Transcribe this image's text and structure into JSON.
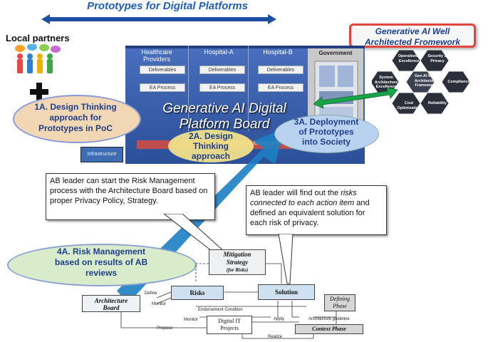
{
  "top": {
    "title": "Prototypes for Digital Platforms",
    "local_partners": "Local partners"
  },
  "framework": {
    "title_line1": "Generative AI Well",
    "title_line2": "Architected Fromework",
    "hexagons": [
      "Operational Excellence",
      "Security & Privacy",
      "Compliance",
      "Reliability",
      "Cost Optimization",
      "System Architecture Excellence"
    ],
    "center": "Gen AI Well Architected Framework"
  },
  "board": {
    "columns": [
      "Healthcare Providers",
      "Hospital-A",
      "Hospital-B",
      "Government"
    ],
    "rows": [
      "Deliverables",
      "EA Process"
    ],
    "title_line1": "Generative AI Digital",
    "title_line2": "Platform Board",
    "infrastructure": "Infrastructure",
    "lifecycle": "Architecture EA Lifecycle"
  },
  "ellipses": {
    "a1_line1": "1A. Design Thinking",
    "a1_line2": "approach for",
    "a1_line3": "Prototypes in PoC",
    "a2_line1": "2A. Design",
    "a2_line2": "Thinking",
    "a2_line3": "approach",
    "a3_line1": "3A. Deployment",
    "a3_line2": "of Prototypes",
    "a3_line3": "into Society",
    "a4_line1": "4A. Risk Management",
    "a4_line2": "based on results of AB",
    "a4_line3": "reviews"
  },
  "callouts": {
    "left": "AB leader can start the Risk Management process with the Architecture Board based on proper Privacy Policy, Strategy.",
    "right_pre": "AB leader will find out the ",
    "right_em1": "risks connected to each action item",
    "right_mid": " and defined an equivalent solution for each risk of privacy."
  },
  "process": {
    "mitigation_line1": "Mitigation",
    "mitigation_line2": "Strategy",
    "mitigation_line3": "(for Risks)",
    "risks": "Risks",
    "solution": "Solution",
    "architecture_board_line1": "Architecture",
    "architecture_board_line2": "Board",
    "defining_phase_line1": "Defining",
    "defining_phase_line2": "Phase",
    "digital_it_line1": "Digital IT",
    "digital_it_line2": "Projects",
    "context_phase": "Context Phase",
    "define": "Define",
    "monitor": "Monitor",
    "monitor2": "Monitor",
    "endorsement": "Endorsement Condition",
    "apply": "Apply",
    "architecture_guideline": "Architecture guideline",
    "propose": "Propose",
    "realize": "Realize"
  },
  "colors": {
    "accent_blue": "#1f5fb4",
    "board_blue": "#2c4f98",
    "red_border": "#e0453f",
    "green_arrow": "#18a44a",
    "hex_dark": "#2a2f3a"
  }
}
